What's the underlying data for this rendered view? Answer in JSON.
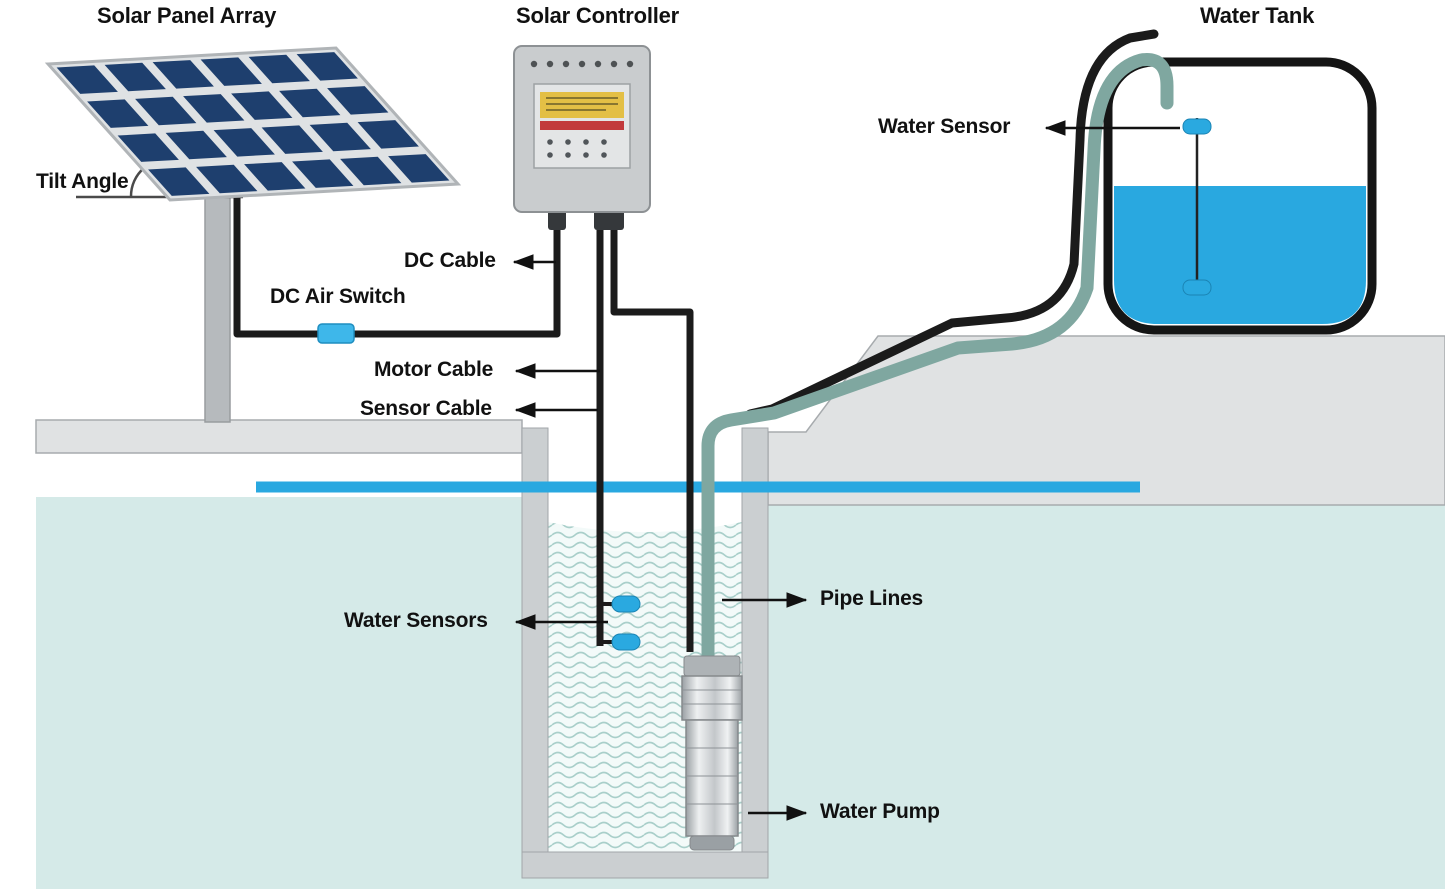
{
  "diagram": {
    "titles": {
      "solar_panel_array": "Solar Panel Array",
      "solar_controller": "Solar Controller",
      "water_tank": "Water Tank"
    },
    "labels": {
      "tilt_angle": "Tilt  Angle",
      "water_sensor": "Water Sensor",
      "dc_cable": "DC Cable",
      "dc_air_switch": "DC Air Switch",
      "motor_cable": "Motor Cable",
      "sensor_cable": "Sensor Cable",
      "water_sensors": "Water Sensors",
      "pipe_lines": "Pipe Lines",
      "water_pump": "Water Pump"
    }
  },
  "colors": {
    "panel_cell": "#1e3f6e",
    "panel_frame": "#dfe2e4",
    "cable_black": "#1b1b1b",
    "pipe_teal": "#7fa7a0",
    "water_bright": "#29a8e0",
    "underground": "#d5eae8",
    "ground": "#e0e2e3",
    "well_wall": "#cbcfd1",
    "wave": "#a9cfca",
    "controller_body": "#c9ccce",
    "controller_panel": "#e3e5e6",
    "label_yellow": "#e3bf45",
    "label_red": "#c23a3c",
    "sensor_blue": "#2aa9e0",
    "switch_blue": "#3eb7ea"
  }
}
